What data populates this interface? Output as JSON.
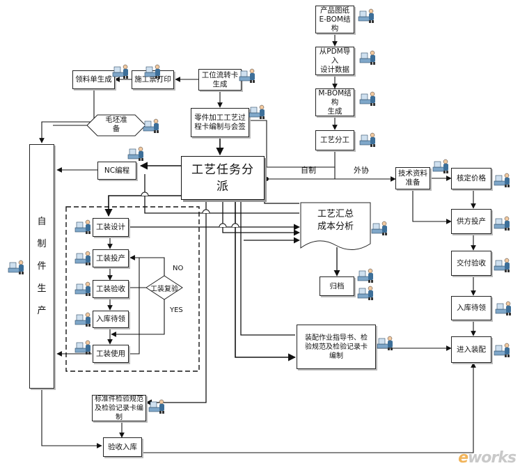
{
  "nodes": {
    "ebom": "产品图纸\nE-BOM结构",
    "pdm": "从PDM导入\n设计数据",
    "mbom": "M-BOM结构\n生成",
    "gyfg": "工艺分工",
    "gwlzk": "工位流转卡\n生成",
    "sgpdy": "施工票打印",
    "llsc": "领料单生成",
    "lbjgy": "零件加工工艺过\n程卡编制与会签",
    "mpzb": "毛坯准\n备",
    "nc": "NC编程",
    "task": "工艺任务分\n派",
    "zzsc": "自\n制\n件\n生\n产",
    "gzsj": "工装设计",
    "gztc": "工装投产",
    "gzys": "工装验收",
    "gzfy": "工装复验",
    "rkdl1": "入库待领",
    "gzsy": "工装使用",
    "hz": "工艺汇总\n成本分析",
    "gd": "归档",
    "jszl": "技术资料\n准备",
    "hdjg": "核定价格",
    "gftc": "供方投产",
    "jfys": "交付验收",
    "rkdl2": "入库待领",
    "jrzp": "进入装配",
    "zpzy": "装配作业指导书、检\n验规范及检验记录卡\n编制",
    "bzj": "标准件检验规范\n及检验记录卡编\n制",
    "ysrk": "验收入库"
  },
  "labels": {
    "zizhi": "自制",
    "waixie": "外协",
    "no": "NO",
    "yes": "YES"
  },
  "watermark": {
    "main": "eworks",
    "accent": "e"
  },
  "colors": {
    "line": "#111111",
    "box_border": "#222222"
  }
}
